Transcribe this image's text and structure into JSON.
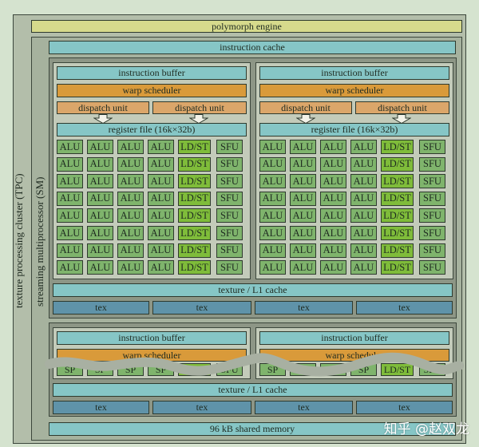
{
  "tpc_label": "texture processing cluster (TPC)",
  "sm_label": "streaming multiprocessor (SM)",
  "polymorph_engine": "polymorph engine",
  "instruction_cache": "instruction cache",
  "upper_block": {
    "instruction_buffer": "instruction buffer",
    "warp_scheduler": "warp scheduler",
    "dispatch_unit": "dispatch unit",
    "register_file": "register file (16k×32b)",
    "unit_row": [
      "ALU",
      "ALU",
      "ALU",
      "ALU",
      "LD/ST",
      "SFU"
    ],
    "row_count": 8
  },
  "lower_block": {
    "instruction_buffer": "instruction buffer",
    "warp_scheduler": "warp scheduler",
    "unit_row": [
      "SP",
      "SP",
      "SP",
      "SP",
      "LD/ST",
      "SFU"
    ]
  },
  "texture_l1_cache": "texture / L1 cache",
  "tex": [
    "tex",
    "tex",
    "tex",
    "tex"
  ],
  "shared_memory": "96 kB shared memory",
  "watermark": "知乎 @赵双龙",
  "colors": {
    "background": "#d5e3cf",
    "polymorph": "#d6da8c",
    "cache": "#86c6c6",
    "scheduler": "#d99a3a",
    "dispatch": "#dba66a",
    "alu": "#7fb46c",
    "ldst": "#7fbc3a",
    "tex": "#5f93a9"
  }
}
